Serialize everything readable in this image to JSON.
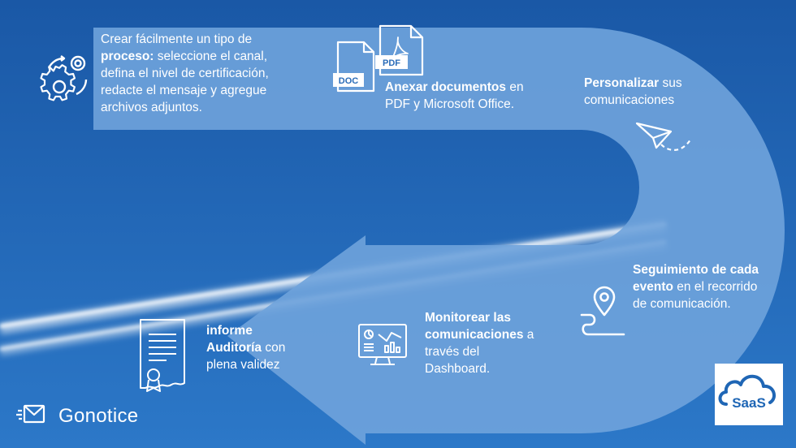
{
  "colors": {
    "sky_top": "#1a5aa8",
    "sky_bottom": "#2a74c4",
    "arrow_fill": "#6fa3dc",
    "text": "#ffffff",
    "saas_blue": "#1f66b5"
  },
  "steps": [
    {
      "id": "crear",
      "icon": "gears-icon",
      "lines": [
        {
          "normal": "Crear fácilmente un tipo de"
        },
        {
          "bold": "proceso:",
          "normal": " seleccione el canal,"
        },
        {
          "normal": "defina el nivel de certificación,"
        },
        {
          "normal": "redacte el mensaje y agregue"
        },
        {
          "normal": "archivos adjuntos."
        }
      ]
    },
    {
      "id": "anexar",
      "icon": "documents-icon",
      "doc_label": "DOC",
      "pdf_label": "PDF",
      "lines": [
        {
          "bold": "Anexar documentos",
          "normal": " en"
        },
        {
          "normal": "PDF y Microsoft Office."
        }
      ]
    },
    {
      "id": "personalizar",
      "icon": "paper-plane-icon",
      "lines": [
        {
          "bold": "Personalizar",
          "normal": " sus"
        },
        {
          "normal": "comunicaciones"
        }
      ]
    },
    {
      "id": "seguimiento",
      "icon": "route-pin-icon",
      "lines": [
        {
          "bold": "Seguimiento de cada"
        },
        {
          "bold": "evento",
          "normal": " en el recorrido"
        },
        {
          "normal": "de comunicación."
        }
      ]
    },
    {
      "id": "monitorear",
      "icon": "dashboard-monitor-icon",
      "lines": [
        {
          "bold": "Monitorear las"
        },
        {
          "bold": "comunicaciones",
          "normal": " a"
        },
        {
          "normal": "través del"
        },
        {
          "normal": "Dashboard."
        }
      ]
    },
    {
      "id": "informe",
      "icon": "certificate-icon",
      "lines": [
        {
          "bold": "informe"
        },
        {
          "bold": "Auditoría",
          "normal": " con"
        },
        {
          "normal": "plena validez"
        }
      ]
    }
  ],
  "brand": {
    "name": "Gonotice",
    "icon": "mail-logo-icon"
  },
  "saas": {
    "label": "SaaS",
    "icon": "cloud-icon"
  }
}
